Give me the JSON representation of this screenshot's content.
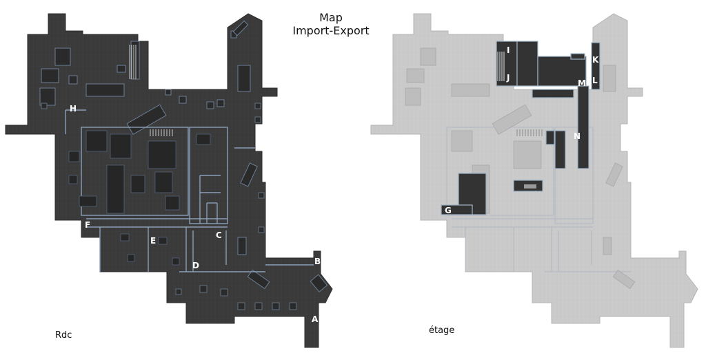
{
  "title_line1": "Map",
  "title_line2": "Import-Export",
  "floors": [
    {
      "key": "rdc",
      "label": "Rdc",
      "markers": [
        "A",
        "B",
        "C",
        "D",
        "E",
        "F",
        "H"
      ]
    },
    {
      "key": "etage",
      "label": "étage",
      "markers": [
        "G",
        "I",
        "J",
        "K",
        "L",
        "M",
        "N"
      ]
    }
  ],
  "colors": {
    "ground_floor": "#3a3a3a",
    "ground_floor_detail": "#2a2a2a",
    "ghost_floor": "#c9c9c9",
    "ghost_detail": "#b9b9b9",
    "upper_floor": "#333333",
    "wall_line": "#8aa0b8",
    "label_text": "#ffffff"
  }
}
